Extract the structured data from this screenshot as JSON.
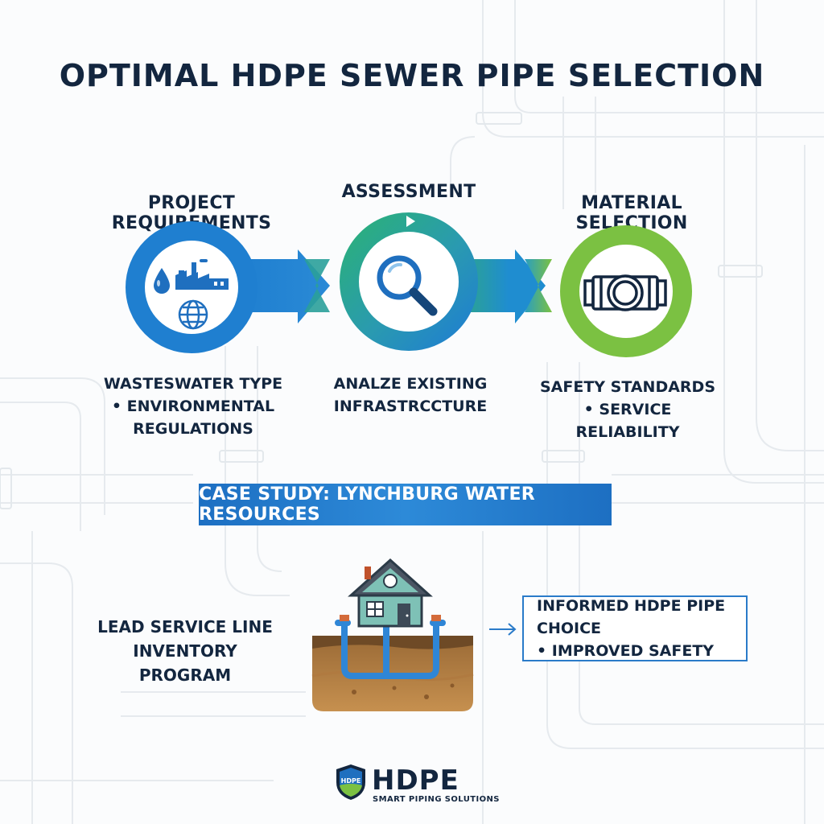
{
  "title": "OPTIMAL HDPE SEWER PIPE SELECTION",
  "stages": [
    {
      "label": "PROJECT REQUIREMENTS",
      "lines": [
        "WASTESWATER TYPE",
        "• ENVIRONMENTAL",
        "REGULATIONS"
      ],
      "icons": [
        "water-drop-icon",
        "factory-icon",
        "globe-icon"
      ],
      "color": "#1f7fd0"
    },
    {
      "label": "ASSESSMENT",
      "lines": [
        "ANALZE EXISTING",
        "INFRASTRCCTURE"
      ],
      "icons": [
        "magnifier-icon",
        "play-icon"
      ],
      "color": "#2a9f9a"
    },
    {
      "label": "MATERIAL SELECTION",
      "lines": [
        "SAFETY STANDARDS",
        "• SERVICE RELIABILITY"
      ],
      "icons": [
        "pipe-fitting-icon"
      ],
      "color": "#7bc142"
    }
  ],
  "case_study": {
    "banner": "CASE STUDY: LYNCHBURG WATER RESOURCES",
    "program_lines": [
      "LEAD SERVICE LINE",
      "INVENTORY PROGRAM"
    ],
    "illustration": "house-service-line-icon",
    "result_lines": [
      "INFORMED HDPE PIPE CHOICE",
      "• IMPROVED SAFETY"
    ]
  },
  "logo": {
    "badge_text": "HDPE",
    "wordmark": "HDPE",
    "tagline": "SMART PIPING SOLUTIONS",
    "colors": {
      "navy": "#13263f",
      "blue": "#1f6fbf",
      "green": "#7bc142"
    }
  }
}
